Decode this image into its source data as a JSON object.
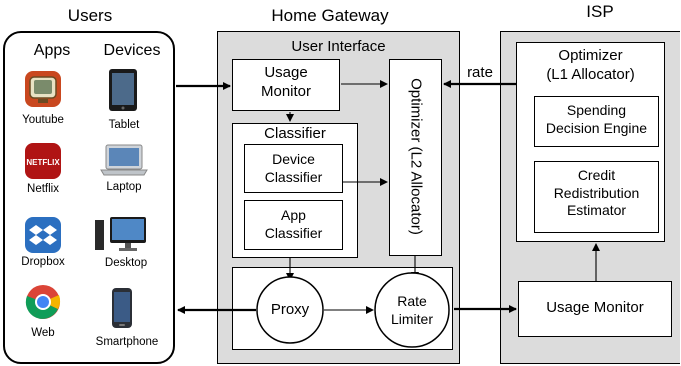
{
  "sections": {
    "users": "Users",
    "home_gateway": "Home Gateway",
    "isp": "ISP"
  },
  "users_panel": {
    "apps_header": "Apps",
    "devices_header": "Devices",
    "apps": [
      "Youtube",
      "Netflix",
      "Dropbox",
      "Web"
    ],
    "devices": [
      "Tablet",
      "Laptop",
      "Desktop",
      "Smartphone"
    ]
  },
  "gateway": {
    "ui_label": "User Interface",
    "usage_monitor": [
      "Usage",
      "Monitor"
    ],
    "classifier": "Classifier",
    "device_classifier": [
      "Device",
      "Classifier"
    ],
    "app_classifier": [
      "App",
      "Classifier"
    ],
    "optimizer_l2": "Optimizer (L2 Allocator)",
    "proxy": "Proxy",
    "rate_limiter": [
      "Rate",
      "Limiter"
    ]
  },
  "isp": {
    "optimizer": [
      "Optimizer",
      "(L1 Allocator)"
    ],
    "spending_engine": [
      "Spending",
      "Decision Engine"
    ],
    "credit_estimator": [
      "Credit",
      "Redistribution",
      "Estimator"
    ],
    "usage_monitor": "Usage Monitor"
  },
  "edge_label": "rate"
}
